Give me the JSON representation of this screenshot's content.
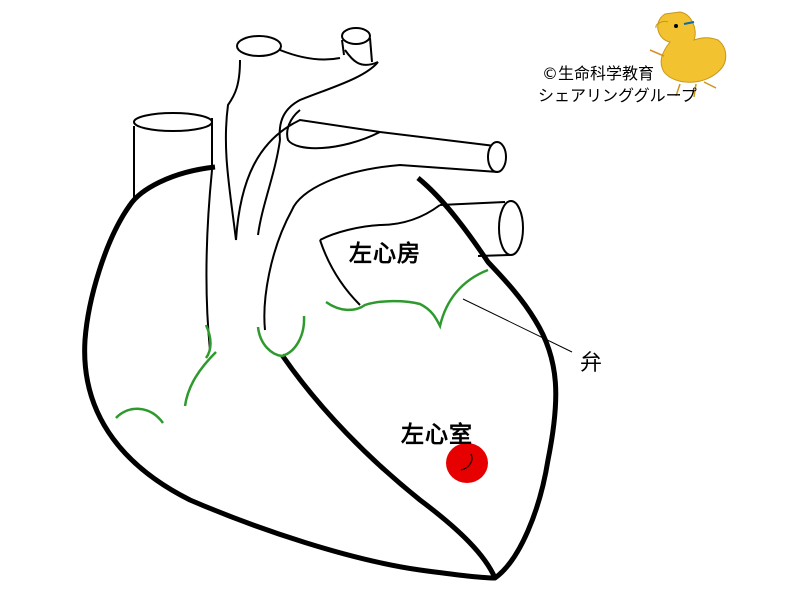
{
  "labels": {
    "left_atrium": "左心房",
    "left_ventricle": "左心室",
    "valve": "弁"
  },
  "credit": {
    "line1": "©生命科学教育",
    "line2": "シェアリンググループ"
  },
  "colors": {
    "outline": "#000000",
    "valve_lines": "#2e9a2e",
    "marker": "#e60000",
    "chick": "#f2c230"
  }
}
